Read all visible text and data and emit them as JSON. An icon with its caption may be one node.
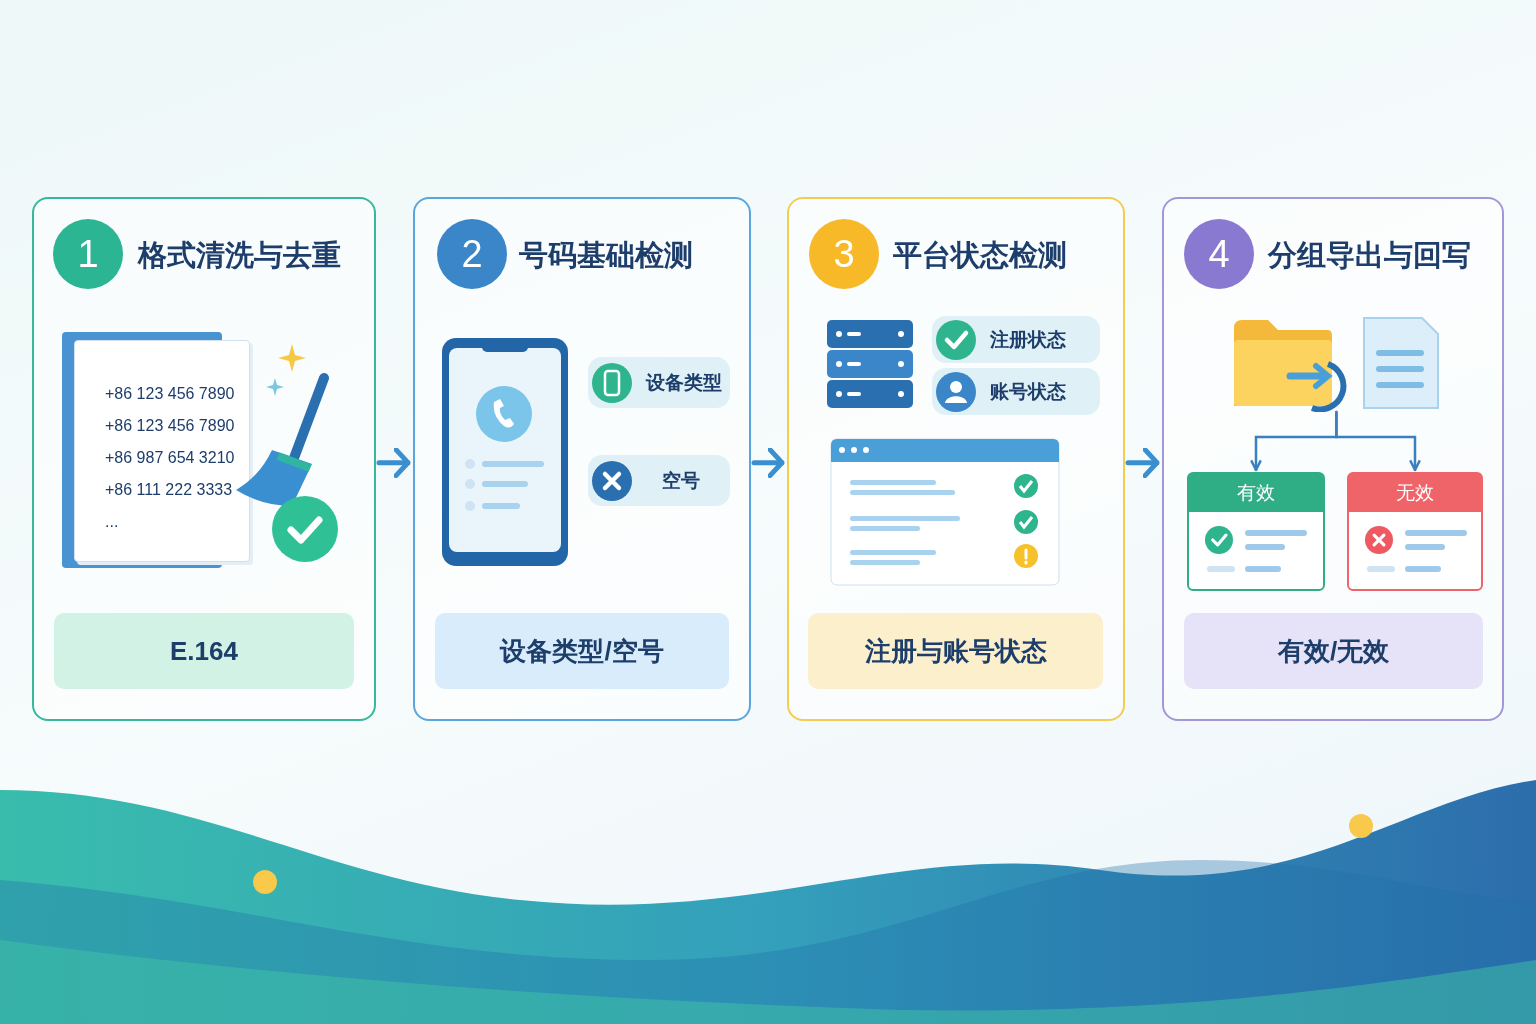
{
  "diagram": {
    "nodes": [
      {
        "text": [
          "格式清洗与去重"
        ]
      },
      {
        "text": [
          "1"
        ],
        "in": 0
      },
      {
        "text": [
          "+86 123 456 7890",
          "+86 123 456 7890",
          "+86 987 654 3210",
          "+86 111 222 3333",
          "..."
        ],
        "in": 0
      },
      {
        "text": [
          "E.164"
        ],
        "in": 0
      },
      {
        "text": [
          "号码基础检测"
        ]
      },
      {
        "text": [
          "2"
        ],
        "in": 4
      },
      {
        "text": [
          "设备类型"
        ],
        "in": 4
      },
      {
        "text": [
          "空号"
        ],
        "in": 4
      },
      {
        "text": [
          "设备类型/空号"
        ],
        "in": 4
      },
      {
        "text": [
          "平台状态检测"
        ]
      },
      {
        "text": [
          "3"
        ],
        "in": 9
      },
      {
        "text": [
          "注册状态"
        ],
        "in": 9
      },
      {
        "text": [
          "账号状态"
        ],
        "in": 9
      },
      {
        "text": [
          "注册与账号状态"
        ],
        "in": 9
      },
      {
        "text": [
          "分组导出与回写"
        ]
      },
      {
        "text": [
          "4"
        ],
        "in": 14
      },
      {
        "text": [],
        "shape": "picture",
        "in": 14
      },
      {
        "text": [
          "有效"
        ],
        "in": 14
      },
      {
        "text": [
          "无效"
        ],
        "in": 14
      },
      {
        "text": [
          "有效/无效"
        ],
        "in": 14
      }
    ],
    "edges": [
      {
        "from": 0,
        "to": 4,
        "arrow": "to"
      },
      {
        "from": 4,
        "to": 9,
        "arrow": "to"
      },
      {
        "from": 9,
        "to": 14,
        "arrow": "to"
      },
      {
        "from": 16,
        "to": 17,
        "arrow": "to"
      },
      {
        "from": 16,
        "to": 18,
        "arrow": "to"
      }
    ]
  }
}
